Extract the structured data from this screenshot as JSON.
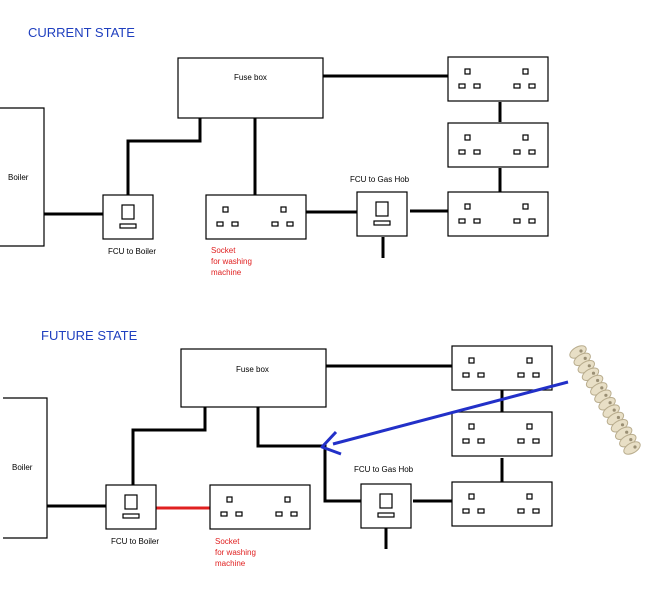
{
  "current": {
    "heading": "CURRENT STATE",
    "fuse_box": "Fuse box",
    "boiler": "Boiler",
    "fcu_boiler": "FCU to Boiler",
    "fcu_gas_hob": "FCU to Gas Hob",
    "socket_label_line1": "Socket",
    "socket_label_line2": "for washing",
    "socket_label_line3": "machine"
  },
  "future": {
    "heading": "FUTURE STATE",
    "fuse_box": "Fuse box",
    "boiler": "Boiler",
    "fcu_boiler": "FCU to Boiler",
    "fcu_gas_hob": "FCU to Gas Hob",
    "socket_label_line1": "Socket",
    "socket_label_line2": "for washing",
    "socket_label_line3": "machine"
  },
  "colors": {
    "heading": "#1f3fbf",
    "wire": "#000000",
    "socket_label": "#e02020",
    "new_wire": "#e02020",
    "arrow": "#2230c8",
    "connector": "#e6dcc3"
  }
}
